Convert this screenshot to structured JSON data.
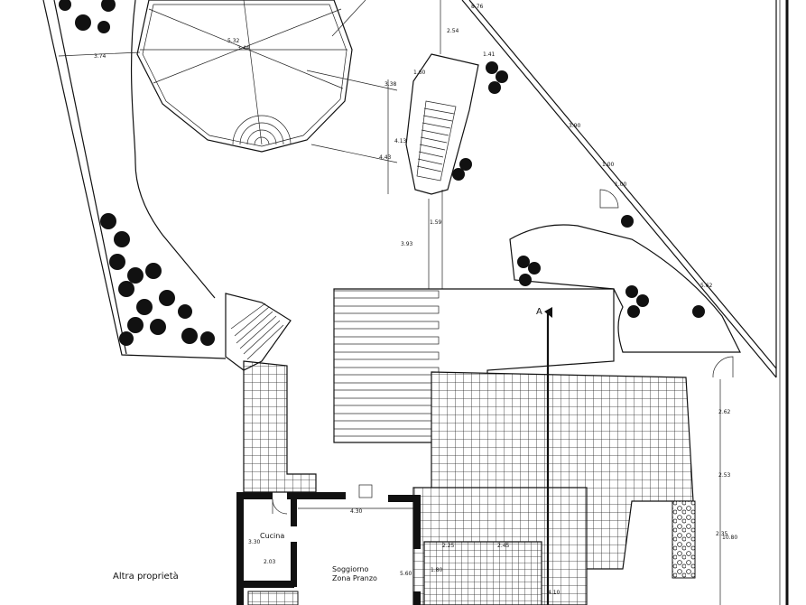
{
  "plan": {
    "dimensions": {
      "d_8_76": "8.76",
      "d_3_74": "3.74",
      "d_5_32": "5.32",
      "d_3_44": "3.44",
      "d_2_54": "2.54",
      "d_1_60": "1.60",
      "d_1_41": "1.41",
      "d_3_38": "3.38",
      "d_4_13": "4.13",
      "d_4_43": "4.43",
      "d_3_90": "3.90",
      "d_1_00a": "1.00",
      "d_1_00b": "1.00",
      "d_1_59": "1.59",
      "d_3_93": "3.93",
      "d_5_62": "5.62",
      "d_2_62": "2.62",
      "d_2_53": "2.53",
      "d_2_35": "2.35",
      "d_10_80": "10.80",
      "d_4_30": "4.30",
      "d_3_30": "3.30",
      "d_2_03": "2.03",
      "d_5_60": "5.60",
      "d_2_25": "2.25",
      "d_2_45": "2.45",
      "d_1_80": "1.80",
      "d_4_10": "4.10"
    },
    "section_marker": "A",
    "rooms": {
      "kitchen": "Cucina",
      "living": "Soggiorno",
      "dining": "Zona Pranzo"
    },
    "neighbor_label": "Altra proprietà"
  }
}
